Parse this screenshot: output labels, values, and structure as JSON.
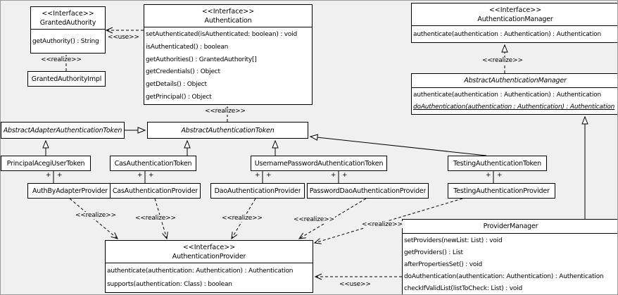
{
  "labels": {
    "use": "<<use>>",
    "realize": "<<realize>>",
    "plus": "+"
  },
  "classes": {
    "grantedAuthority": {
      "stereotype": "<<Interface>>",
      "name": "GrantedAuthority",
      "methods": [
        "getAuthority() : String"
      ]
    },
    "grantedAuthorityImpl": {
      "name": "GrantedAuthorityImpl"
    },
    "authentication": {
      "stereotype": "<<Interface>>",
      "name": "Authentication",
      "methods": [
        "setAuthenticated(isAuthenticated: boolean) : void",
        "isAuthenticated() : boolean",
        "getAuthorities() : GrantedAuthority[]",
        "getCredentials() : Object",
        "getDetails() : Object",
        "getPrincipal() : Object"
      ]
    },
    "authenticationManager": {
      "stereotype": "<<Interface>>",
      "name": "AuthenticationManager",
      "methods": [
        "authenticate(authentication : Authentication) : Authentication"
      ]
    },
    "abstractAuthenticationManager": {
      "name": "AbstractAuthenticationManager",
      "methods": [
        "authenticate(authentication : Authentication) : Authentication",
        "doAuthentication(authentication : Authentication) : Authentication"
      ]
    },
    "abstractAdapterAuthenticationToken": {
      "name": "AbstractAdapterAuthenticationToken"
    },
    "abstractAuthenticationToken": {
      "name": "AbstractAuthenticationToken"
    },
    "principalAcegiUserToken": {
      "name": "PrincipalAcegiUserToken"
    },
    "casAuthenticationToken": {
      "name": "CasAuthenticationToken"
    },
    "usernamePasswordAuthenticationToken": {
      "name": "UsernamePasswordAuthenticationToken"
    },
    "testingAuthenticationToken": {
      "name": "TestingAuthenticationToken"
    },
    "authByAdapterProvider": {
      "name": "AuthByAdapterProvider"
    },
    "casAuthenticationProvider": {
      "name": "CasAuthenticationProvider"
    },
    "daoAuthenticationProvider": {
      "name": "DaoAuthenticationProvider"
    },
    "passwordDaoAuthenticationProvider": {
      "name": "PasswordDaoAuthenticationProvider"
    },
    "testingAuthenticationProvider": {
      "name": "TestingAuthenticationProvider"
    },
    "providerManager": {
      "name": "ProviderManager",
      "methods": [
        "setProviders(newList: List) : void",
        "getProviders() : List",
        "afterPropertiesSet() : void",
        "doAuthentication(authentication: Authentication) : Authentication",
        "checkIfValidList(listToCheck: List) : void"
      ]
    },
    "authenticationProvider": {
      "stereotype": "<<Interface>>",
      "name": "AuthenticationProvider",
      "methods": [
        "authenticate(authentication: Authentication) : Authentication",
        "supports(authentication: Class) : boolean"
      ]
    }
  }
}
